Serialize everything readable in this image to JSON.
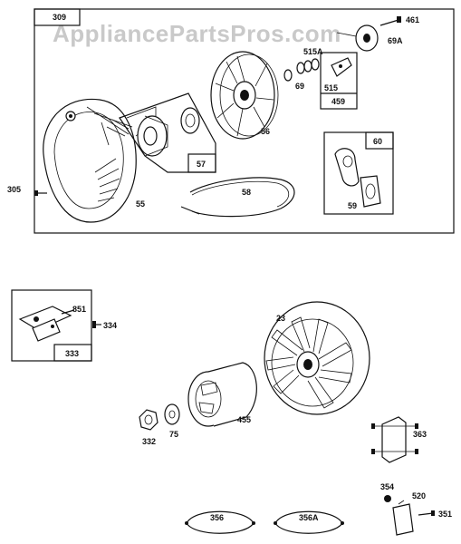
{
  "watermark": "AppliancePartsPros.com",
  "labels": {
    "p309": "309",
    "p461": "461",
    "p69A": "69A",
    "p515A": "515A",
    "p69": "69",
    "p515": "515",
    "p459": "459",
    "p56": "56",
    "p57": "57",
    "p60": "60",
    "p59": "59",
    "p58": "58",
    "p55": "55",
    "p305": "305",
    "p851": "851",
    "p334": "334",
    "p333": "333",
    "p23": "23",
    "p455": "455",
    "p332": "332",
    "p75": "75",
    "p363": "363",
    "p354": "354",
    "p520": "520",
    "p351": "351",
    "p356": "356",
    "p356A": "356A"
  }
}
